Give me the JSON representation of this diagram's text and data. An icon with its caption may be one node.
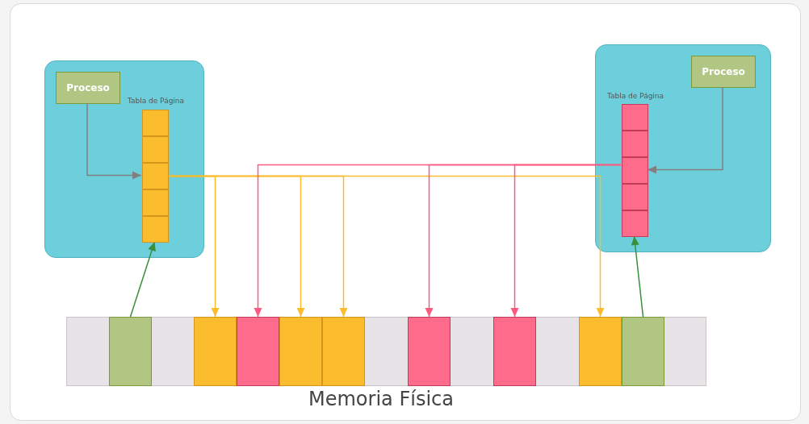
{
  "diagram": {
    "nodes": [
      {
        "text": [],
        "shape": "box"
      },
      {
        "text": [
          "Proceso"
        ],
        "in": 0
      },
      {
        "text": [
          "Tabla de Página"
        ],
        "in": 0
      },
      {
        "text": [],
        "shape": "box",
        "in": 2
      },
      {
        "text": [],
        "shape": "box",
        "in": 2
      },
      {
        "text": [],
        "shape": "box",
        "in": 2
      },
      {
        "text": [],
        "shape": "box",
        "in": 2
      },
      {
        "text": [],
        "shape": "box",
        "in": 2
      },
      {
        "text": [],
        "shape": "box"
      },
      {
        "text": [
          "Proceso"
        ],
        "in": 8
      },
      {
        "text": [
          "Tabla de Página"
        ],
        "in": 8
      },
      {
        "text": [],
        "shape": "box",
        "in": 10
      },
      {
        "text": [],
        "shape": "box",
        "in": 10
      },
      {
        "text": [],
        "shape": "box",
        "in": 10
      },
      {
        "text": [],
        "shape": "box",
        "in": 10
      },
      {
        "text": [],
        "shape": "box",
        "in": 10
      },
      {
        "text": [
          "Memoria Física"
        ]
      },
      {
        "text": [],
        "shape": "box",
        "in": 16
      },
      {
        "text": [],
        "shape": "box",
        "in": 16
      },
      {
        "text": [],
        "shape": "box",
        "in": 16
      },
      {
        "text": [],
        "shape": "box",
        "in": 16
      },
      {
        "text": [],
        "shape": "box",
        "in": 16
      },
      {
        "text": [],
        "shape": "box",
        "in": 16
      },
      {
        "text": [],
        "shape": "box",
        "in": 16
      },
      {
        "text": [],
        "shape": "box",
        "in": 16
      },
      {
        "text": [],
        "shape": "box",
        "in": 16
      }
    ],
    "edges": [
      {
        "from": 1,
        "to": 5,
        "arrow": "to",
        "color": "#808080"
      },
      {
        "from": 5,
        "to": 18,
        "arrow": "to",
        "color": "#fbbc2e"
      },
      {
        "from": 5,
        "to": 20,
        "arrow": "to",
        "color": "#fbbc2e"
      },
      {
        "from": 5,
        "to": 21,
        "arrow": "to",
        "color": "#fbbc2e"
      },
      {
        "from": 5,
        "to": 24,
        "arrow": "to",
        "color": "#fbbc2e"
      },
      {
        "from": 9,
        "to": 13,
        "arrow": "to",
        "color": "#808080"
      },
      {
        "from": 13,
        "to": 19,
        "arrow": "to",
        "color": "#fe5a80"
      },
      {
        "from": 13,
        "to": 22,
        "arrow": "to",
        "color": "#fe5a80"
      },
      {
        "from": 13,
        "to": 23,
        "arrow": "to",
        "color": "#fe5a80"
      },
      {
        "from": 17,
        "to": 7,
        "arrow": "to",
        "color": "#3a8f3a"
      },
      {
        "from": 25,
        "to": 15,
        "arrow": "to",
        "color": "#3a8f3a"
      }
    ]
  }
}
